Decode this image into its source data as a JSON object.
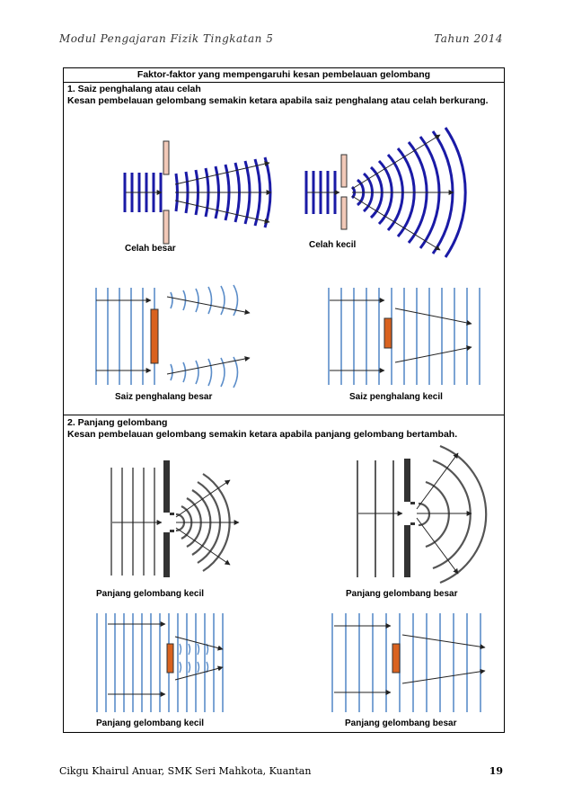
{
  "header": {
    "left": "Modul Pengajaran Fizik Tingkatan 5",
    "right": "Tahun 2014"
  },
  "table": {
    "title": "Faktor-faktor yang mempengaruhi kesan pembelauan gelombang",
    "section1": {
      "heading": "1.  Saiz penghalang atau celah",
      "text": "Kesan pembelauan gelombang semakin ketara apabila saiz penghalang atau celah berkurang.",
      "captions": [
        "Celah besar",
        "Celah kecil",
        "Saiz penghalang besar",
        "Saiz penghalang kecil"
      ]
    },
    "section2": {
      "heading": "2.  Panjang gelombang",
      "text": "Kesan pembelauan gelombang semakin ketara apabila panjang gelombang bertambah.",
      "captions": [
        "Panjang gelombang kecil",
        "Panjang gelombang besar",
        "Panjang gelombang kecil",
        "Panjang gelombang besar"
      ]
    }
  },
  "footer": {
    "left": "Cikgu Khairul Anuar, SMK Seri Mahkota, Kuantan",
    "page": "19"
  },
  "colors": {
    "wave_blue": "#1a1aa6",
    "wave_light": "#5b8dc9",
    "barrier_pink": "#f2c9b8",
    "barrier_orange": "#d9621f",
    "wave_grey": "#555555"
  }
}
